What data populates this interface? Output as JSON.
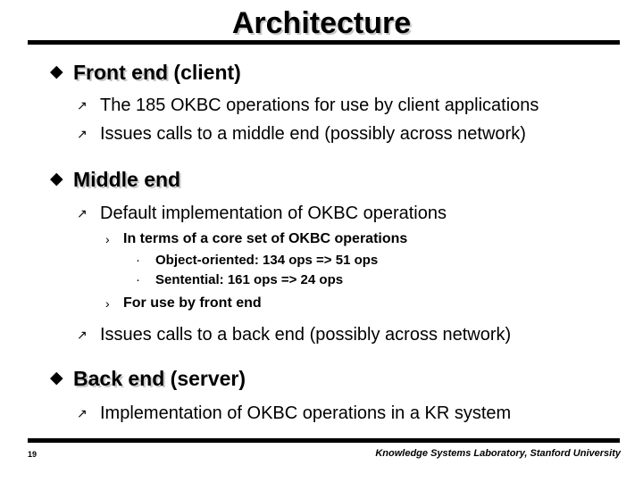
{
  "slide": {
    "title": "Architecture",
    "page_number": "19",
    "attribution": "Knowledge Systems Laboratory, Stanford University",
    "bullet_glyphs": {
      "level1": "◆",
      "level2": "↗",
      "level3": "›",
      "level4": "·"
    },
    "content": [
      {
        "level": 1,
        "text_bold": "Front end",
        "text_plain": " (client)"
      },
      {
        "level": 2,
        "text": "The 185 OKBC operations for use by client applications"
      },
      {
        "level": 2,
        "text": "Issues calls to a middle end (possibly across network)"
      },
      {
        "level": 1,
        "text_bold": "Middle end",
        "text_plain": ""
      },
      {
        "level": 2,
        "text": "Default implementation of OKBC operations"
      },
      {
        "level": 3,
        "text": "In terms of a core set of OKBC operations"
      },
      {
        "level": 4,
        "text": "Object-oriented:  134 ops => 51 ops"
      },
      {
        "level": 4,
        "text": "Sentential:  161 ops => 24 ops"
      },
      {
        "level": 3,
        "text": "For use by front end"
      },
      {
        "level": 2,
        "text": "Issues calls to a back end (possibly across network)"
      },
      {
        "level": 1,
        "text_bold": "Back end",
        "text_plain": " (server)"
      },
      {
        "level": 2,
        "text": "Implementation of OKBC operations in a KR system"
      }
    ]
  }
}
